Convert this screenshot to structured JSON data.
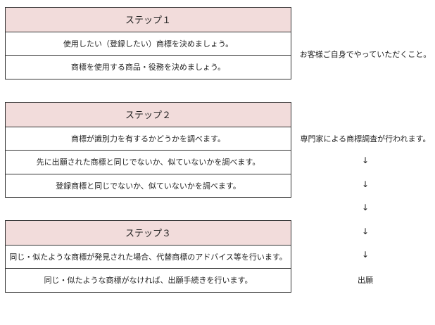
{
  "step1": {
    "title": "ステップ１",
    "rows": [
      "使用したい（登録したい）商標を決めましょう。",
      "商標を使用する商品・役務を決めましょう。"
    ]
  },
  "step2": {
    "title": "ステップ２",
    "rows": [
      "商標が識別力を有するかどうかを調べます。",
      "先に出願された商標と同じでないか、似ていないかを調べます。",
      "登録商標と同じでないか、似ていないかを調べます。"
    ]
  },
  "step3": {
    "title": "ステップ３",
    "rows": [
      "同じ・似たような商標が発見された場合、代替商標のアドバイス等を行います。",
      "同じ・似たような商標がなければ、出願手続きを行います。"
    ]
  },
  "side": {
    "customer_note": "お客様ご自身でやっていただくこと。",
    "expert_note": "専門家による商標調査が行われます。",
    "arrow": "↓",
    "final_label": "出願"
  }
}
